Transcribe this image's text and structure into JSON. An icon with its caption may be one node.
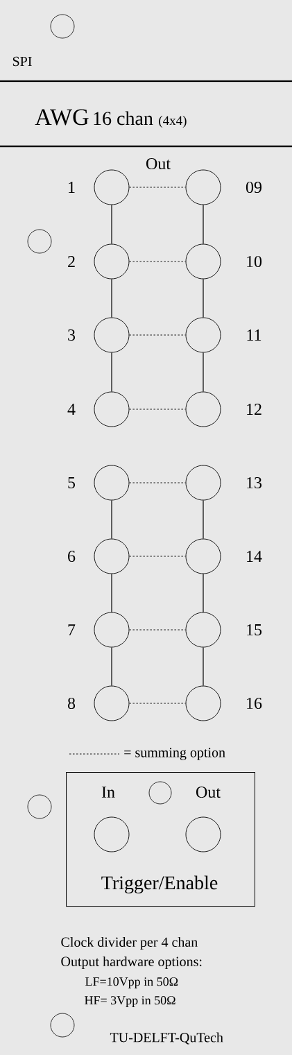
{
  "diagram": {
    "nodes": [
      {
        "text": [],
        "shape": "circle",
        "beside": [
          "1"
        ]
      },
      {
        "text": [],
        "shape": "circle",
        "beside": [
          "09"
        ]
      },
      {
        "text": [],
        "shape": "circle",
        "beside": [
          "2"
        ]
      },
      {
        "text": [],
        "shape": "circle",
        "beside": [
          "10"
        ]
      },
      {
        "text": [],
        "shape": "circle",
        "beside": [
          "3"
        ]
      },
      {
        "text": [],
        "shape": "circle",
        "beside": [
          "11"
        ]
      },
      {
        "text": [],
        "shape": "circle",
        "beside": [
          "4"
        ]
      },
      {
        "text": [],
        "shape": "circle",
        "beside": [
          "12"
        ]
      },
      {
        "text": [],
        "shape": "circle",
        "beside": [
          "5"
        ]
      },
      {
        "text": [],
        "shape": "circle",
        "beside": [
          "13"
        ]
      },
      {
        "text": [],
        "shape": "circle",
        "beside": [
          "6"
        ]
      },
      {
        "text": [],
        "shape": "circle",
        "beside": [
          "14"
        ]
      },
      {
        "text": [],
        "shape": "circle",
        "beside": [
          "7"
        ]
      },
      {
        "text": [],
        "shape": "circle",
        "beside": [
          "15"
        ]
      },
      {
        "text": [],
        "shape": "circle",
        "beside": [
          "8"
        ]
      },
      {
        "text": [],
        "shape": "circle",
        "beside": [
          "16"
        ]
      },
      {
        "text": [
          "Trigger/Enable"
        ]
      },
      {
        "text": [],
        "shape": "circle",
        "beside": [
          "In"
        ],
        "in": 16
      },
      {
        "text": [],
        "shape": "circle",
        "beside": [
          "Out"
        ],
        "in": 16
      }
    ],
    "edges": [
      {
        "from": 0,
        "to": 1,
        "arrow": "none",
        "style": "dashed"
      },
      {
        "from": 2,
        "to": 3,
        "arrow": "none",
        "style": "dashed"
      },
      {
        "from": 4,
        "to": 5,
        "arrow": "none",
        "style": "dashed"
      },
      {
        "from": 6,
        "to": 7,
        "arrow": "none",
        "style": "dashed"
      },
      {
        "from": 8,
        "to": 9,
        "arrow": "none",
        "style": "dashed"
      },
      {
        "from": 10,
        "to": 11,
        "arrow": "none",
        "style": "dashed"
      },
      {
        "from": 12,
        "to": 13,
        "arrow": "none",
        "style": "dashed"
      },
      {
        "from": 14,
        "to": 15,
        "arrow": "none",
        "style": "dashed"
      },
      {
        "from": 0,
        "to": 2,
        "arrow": "none"
      },
      {
        "from": 2,
        "to": 4,
        "arrow": "none"
      },
      {
        "from": 4,
        "to": 6,
        "arrow": "none"
      },
      {
        "from": 8,
        "to": 10,
        "arrow": "none"
      },
      {
        "from": 10,
        "to": 12,
        "arrow": "none"
      },
      {
        "from": 12,
        "to": 14,
        "arrow": "none"
      },
      {
        "from": 1,
        "to": 3,
        "arrow": "none"
      },
      {
        "from": 3,
        "to": 5,
        "arrow": "none"
      },
      {
        "from": 5,
        "to": 7,
        "arrow": "none"
      },
      {
        "from": 9,
        "to": 11,
        "arrow": "none"
      },
      {
        "from": 11,
        "to": 13,
        "arrow": "none"
      },
      {
        "from": 13,
        "to": 15,
        "arrow": "none"
      }
    ],
    "labels": [
      "SPI",
      "AWG",
      "16 chan",
      "(4x4)",
      "Out",
      "Clock divider per 4 chan",
      "Output hardware options:",
      "LF=10Vpp in 50Ω",
      "HF= 3Vpp in 50Ω",
      "TU-DELFT-QuTech"
    ],
    "legend": [
      {
        "text": "= summing option"
      }
    ]
  }
}
